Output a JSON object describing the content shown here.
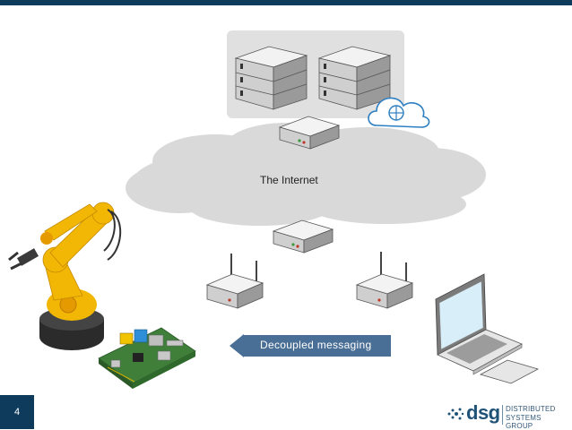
{
  "slide": {
    "page_number": "4"
  },
  "diagram": {
    "cloud_label": "The Internet",
    "arrow_label": "Decoupled messaging"
  },
  "logo": {
    "word": "dsg",
    "line1": "DISTRIBUTED",
    "line2": "SYSTEMS GROUP"
  },
  "colors": {
    "header_bar": "#0e3a5c",
    "cloud": "#d9d9d9",
    "server_panel": "#e0e0e0",
    "arrow": "#4a6f96",
    "robot_arm": "#f2b705",
    "logo": "#1f5377"
  },
  "icons": [
    "server-rack-icon",
    "cloud-service-icon",
    "router-icon",
    "wifi-router-icon",
    "robot-arm-icon",
    "raspberry-pi-board-icon",
    "laptop-icon"
  ]
}
